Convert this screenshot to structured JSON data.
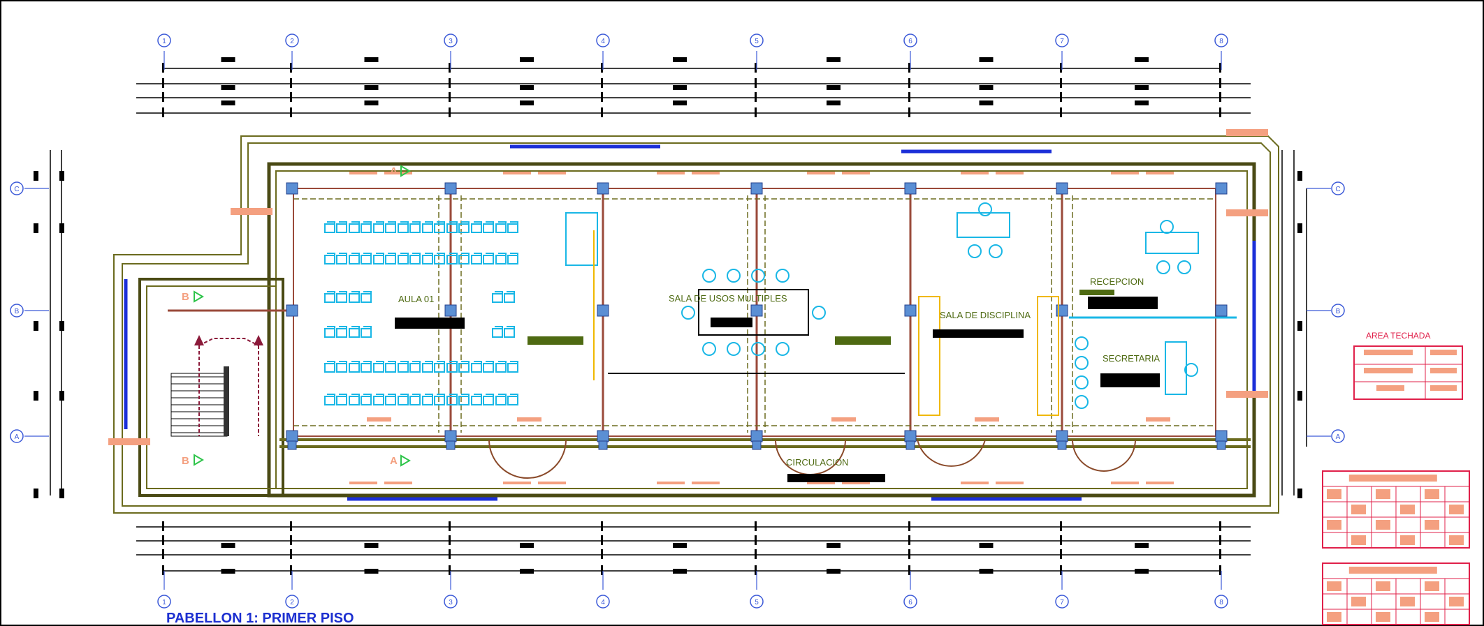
{
  "drawing": {
    "title": "PABELLON 1: PRIMER PISO",
    "area_legend_title": "AREA TECHADA",
    "grid_axes_top": [
      "1",
      "2",
      "3",
      "4",
      "5",
      "6",
      "7",
      "8"
    ],
    "grid_axes_side": [
      "C",
      "B",
      "A"
    ]
  },
  "rooms": {
    "aula": "AULA 01",
    "sala_usos": "SALA DE USOS MULTIPLES",
    "sala_disciplina": "SALA DE DISCIPLINA",
    "recepcion": "RECEPCION",
    "secretaria": "SECRETARIA",
    "circulacion": "CIRCULACION"
  },
  "section_marks": {
    "a_top": "A",
    "a_bottom": "A",
    "b_top": "B",
    "b_bottom": "B"
  },
  "colors": {
    "wall": "#6b6b1e",
    "wall_dark": "#4a4a14",
    "column": "#5b8fd4",
    "furniture": "#19b7e6",
    "dimension": "#000000",
    "title": "#1c2fd0",
    "legend": "#e0204a",
    "hatch": "#f4a080",
    "window": "#1b2fd8",
    "label_bar": "#4e6a12",
    "door": "#8a4a2a",
    "stair_arrow": "#8b1a3a",
    "yellow": "#f0b800",
    "green": "#2ec44a"
  }
}
